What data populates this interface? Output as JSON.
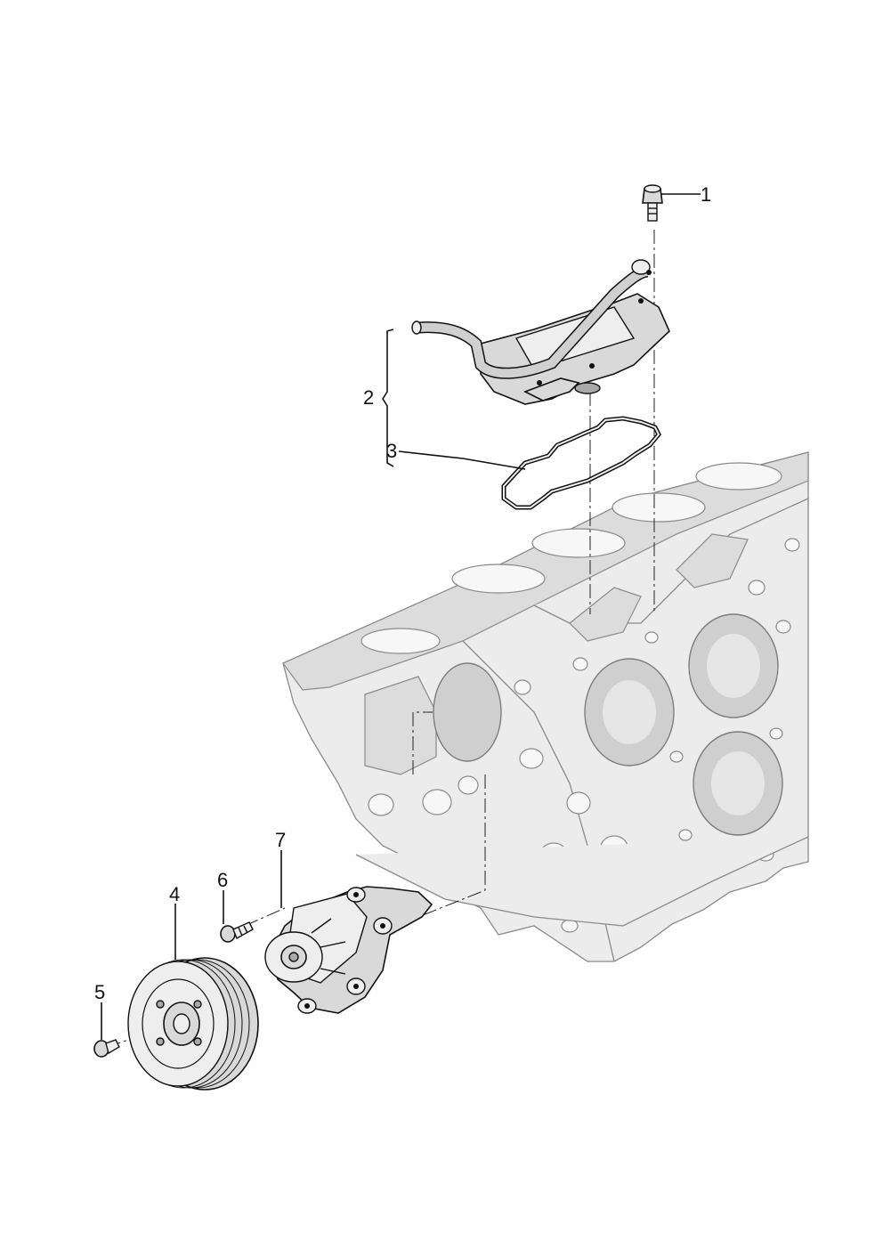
{
  "callouts": [
    {
      "id": "1",
      "label": "1"
    },
    {
      "id": "2",
      "label": "2"
    },
    {
      "id": "3",
      "label": "3"
    },
    {
      "id": "4",
      "label": "4"
    },
    {
      "id": "5",
      "label": "5"
    },
    {
      "id": "6",
      "label": "6"
    },
    {
      "id": "7",
      "label": "7"
    }
  ],
  "parts": [
    {
      "callout": "1",
      "icon": "bolt-icon"
    },
    {
      "callout": "2",
      "icon": "coolant-pipe-housing-icon"
    },
    {
      "callout": "3",
      "icon": "gasket-icon"
    },
    {
      "callout": "4",
      "icon": "pulley-icon"
    },
    {
      "callout": "5",
      "icon": "bolt-icon"
    },
    {
      "callout": "6",
      "icon": "bolt-icon"
    },
    {
      "callout": "7",
      "icon": "water-pump-icon"
    }
  ],
  "colors": {
    "ink": "#111111",
    "ghost_fill": "#ececec",
    "ghost_stroke": "#8a8a8a",
    "part_fill": "#d9d9d9"
  }
}
